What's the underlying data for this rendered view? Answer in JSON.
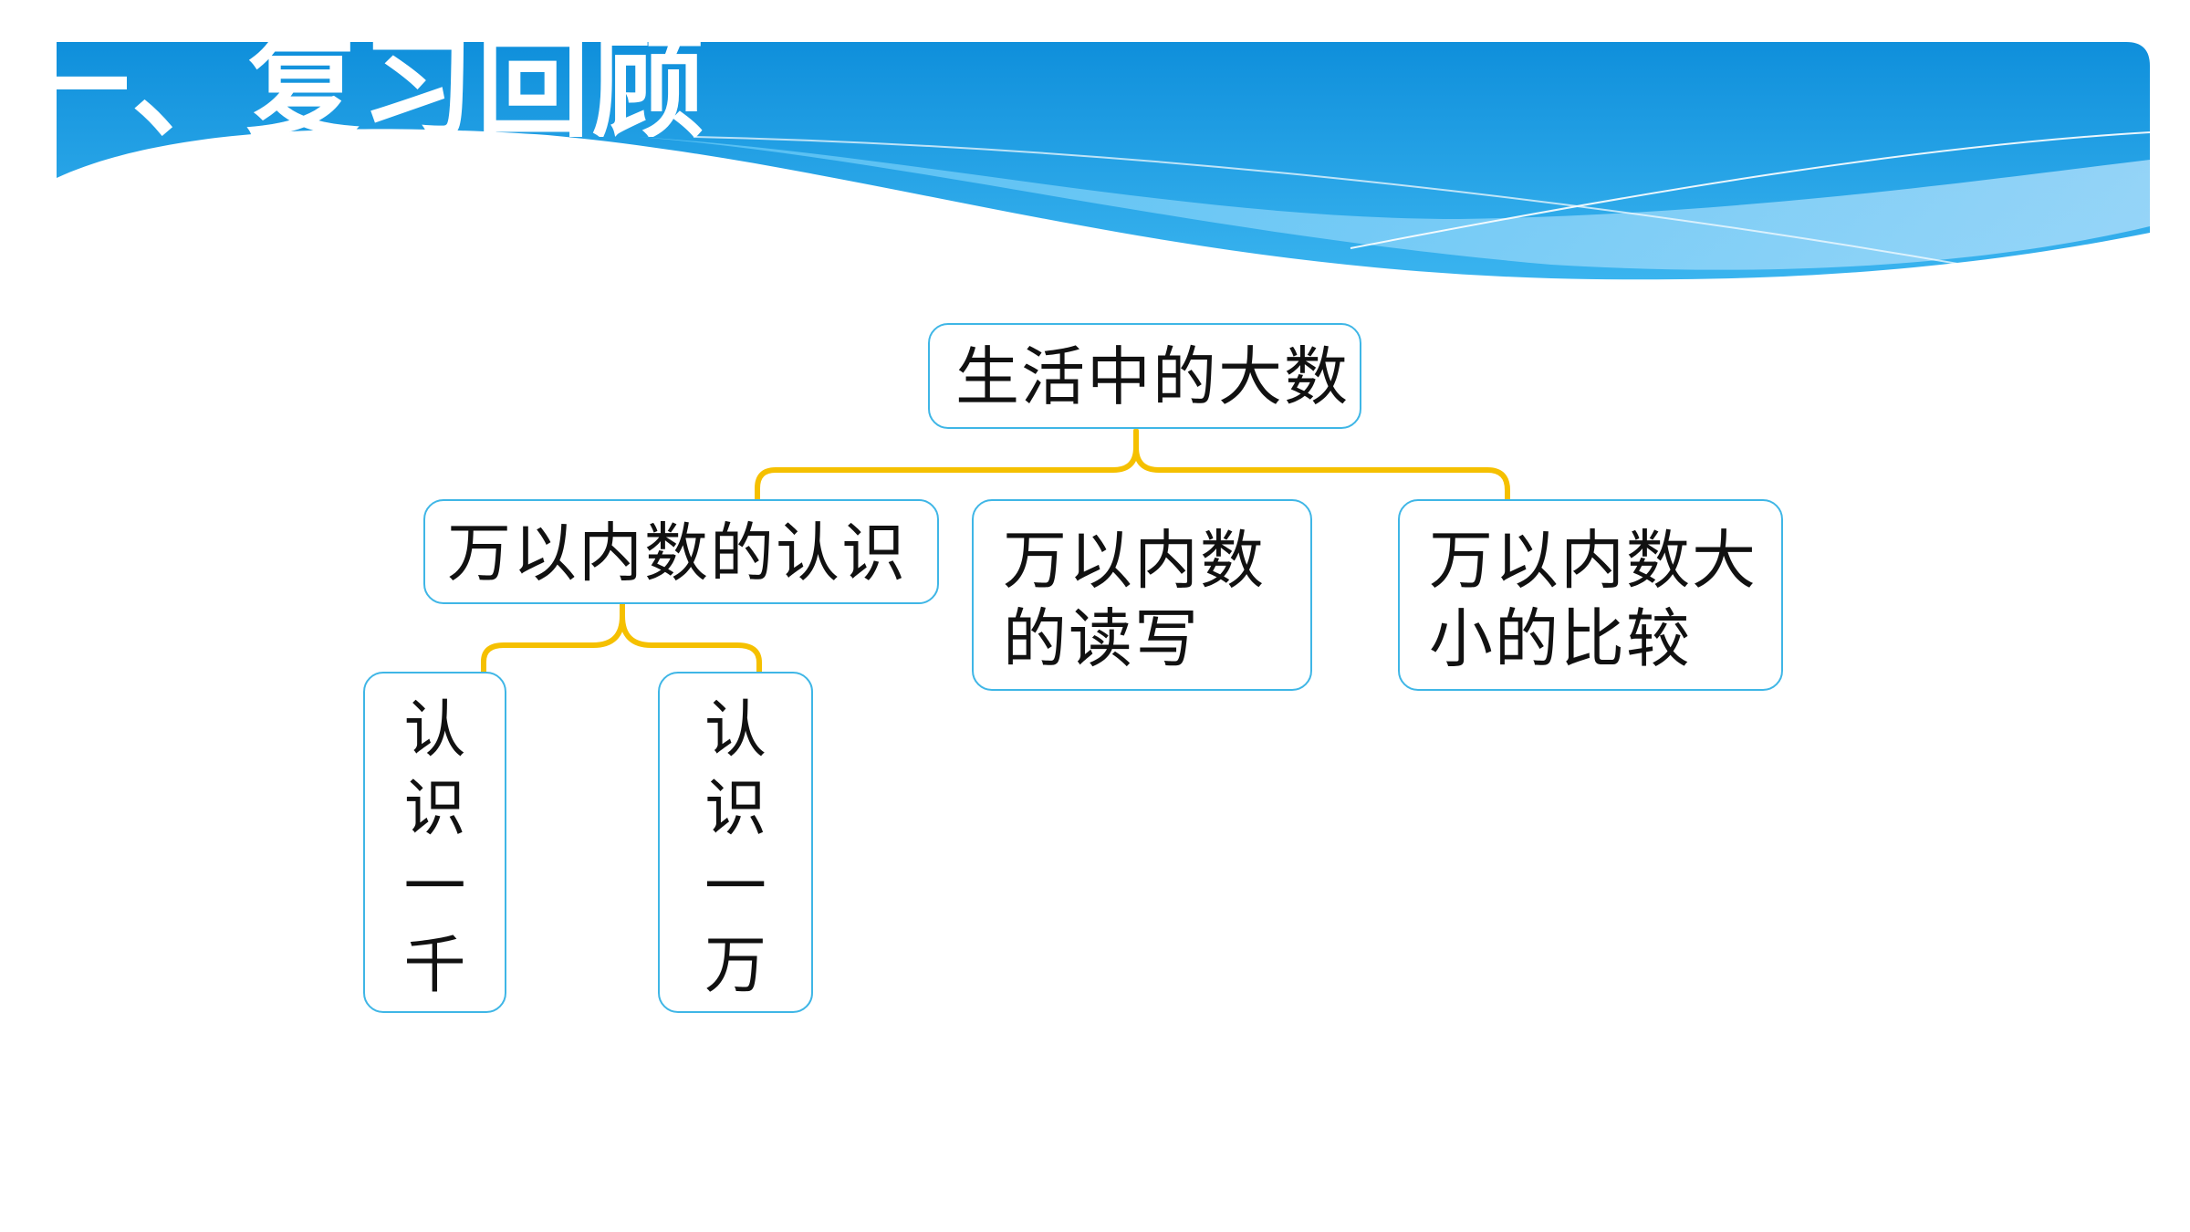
{
  "header": {
    "title": "一、复习回顾"
  },
  "diagram": {
    "root": {
      "label": "生活中的大数"
    },
    "children": [
      {
        "lines": [
          "万以内数的认识"
        ],
        "children": [
          {
            "chars": [
              "认",
              "识",
              "一",
              "千"
            ]
          },
          {
            "chars": [
              "认",
              "识",
              "一",
              "万"
            ]
          }
        ]
      },
      {
        "lines": [
          "万以内数",
          "的读写"
        ]
      },
      {
        "lines": [
          "万以内数大",
          "小的比较"
        ]
      }
    ]
  },
  "colors": {
    "banner_blue": "#1392dd",
    "box_border": "#3fb6e6",
    "connector": "#f5c000",
    "text": "#111111"
  }
}
